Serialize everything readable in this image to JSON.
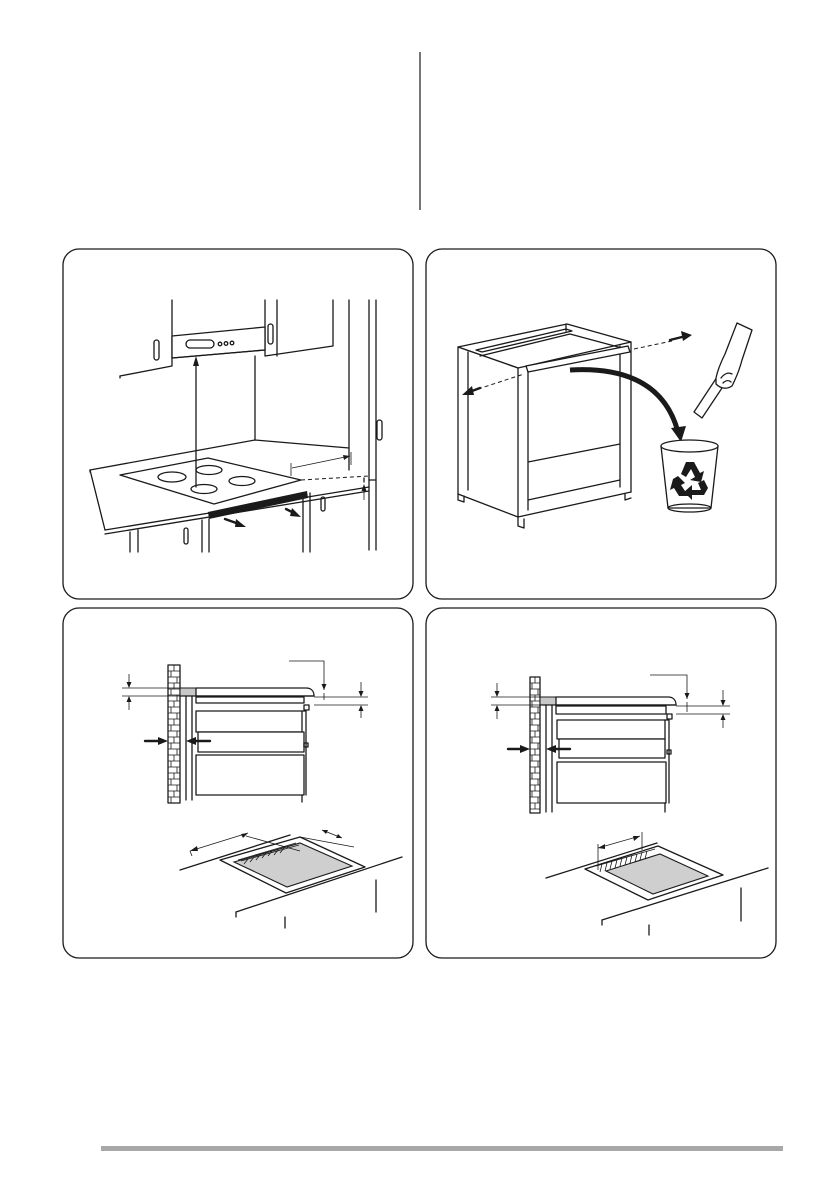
{
  "page": {
    "background": "#ffffff",
    "line_color": "#1a1a1a",
    "footer_bar_color": "#a8a8a8",
    "fill_grey": "#cfcfcf"
  },
  "panels": [
    {
      "name": "hood-clearance-figure"
    },
    {
      "name": "cabinet-rear-panel-removal-figure"
    },
    {
      "name": "wall-clearance-oven-figure"
    },
    {
      "name": "wall-clearance-cabinet-figure"
    }
  ],
  "icons": {
    "recycle": "recycle-icon",
    "wastebin": "waste-bin-icon",
    "hand": "hand-icon"
  }
}
